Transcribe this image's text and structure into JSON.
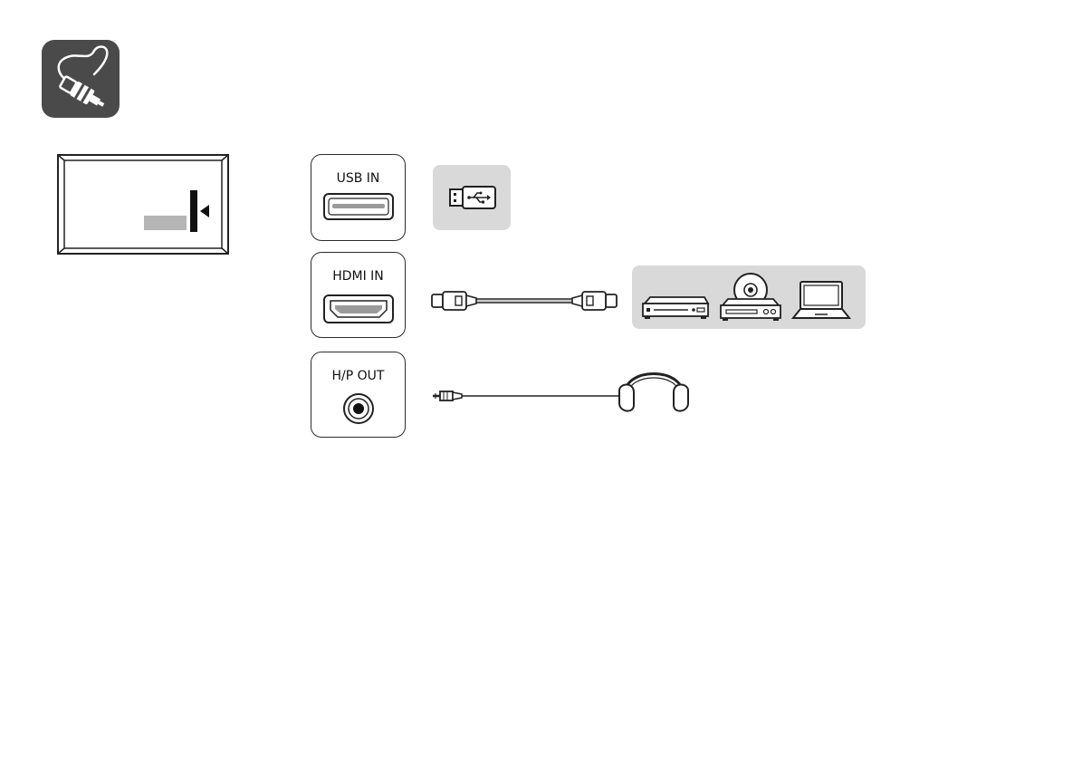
{
  "ports": {
    "usb": {
      "label": "USB IN"
    },
    "hdmi": {
      "label": "HDMI IN"
    },
    "headphone": {
      "label": "H/P OUT"
    }
  },
  "icons": {
    "cable_connection": "cable-plug-icon",
    "tv_rear": "tv-rear-panel-icon",
    "usb_drive": "usb-flash-drive-icon",
    "hdmi_cable": "hdmi-cable-icon",
    "set_top_box": "set-top-box-icon",
    "dvd_player": "dvd-player-icon",
    "laptop": "laptop-icon",
    "audio_cable": "audio-jack-cable-icon",
    "headphones": "headphones-icon"
  },
  "colors": {
    "dark_tile": "#4a4a4a",
    "panel_gray": "#d9d9d9",
    "line": "#2b2b2b"
  }
}
